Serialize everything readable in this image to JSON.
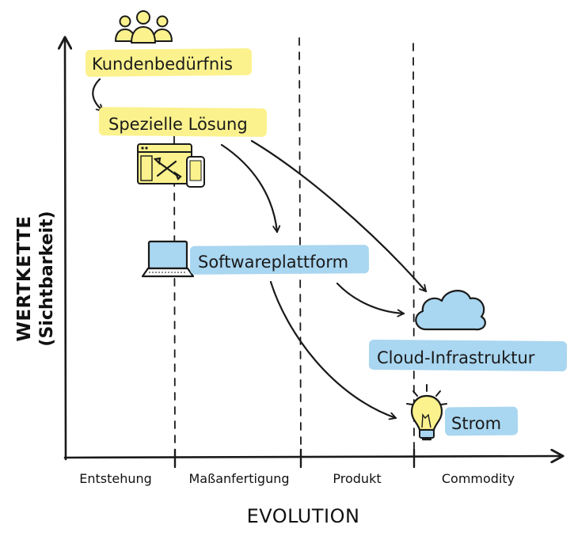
{
  "y_axis": {
    "line1": "WERTKETTE",
    "line2": "(Sichtbarkeit)"
  },
  "x_axis": {
    "title": "EVOLUTION",
    "stages": [
      "Entstehung",
      "Maßanfertigung",
      "Produkt",
      "Commodity"
    ]
  },
  "nodes": {
    "customer_need": "Kundenbedürfnis",
    "custom_solution": "Spezielle Lösung",
    "software_platform": "Softwareplattform",
    "cloud_infrastructure": "Cloud-Infrastruktur",
    "power": "Strom"
  },
  "colors": {
    "yellow_highlight": "#fbf28e",
    "blue_highlight": "#a9d6f0",
    "ink": "#1a1a1a"
  },
  "icons": [
    "people-icon",
    "browser-tools-icon",
    "phone-icon",
    "laptop-icon",
    "cloud-icon",
    "lightbulb-icon"
  ]
}
